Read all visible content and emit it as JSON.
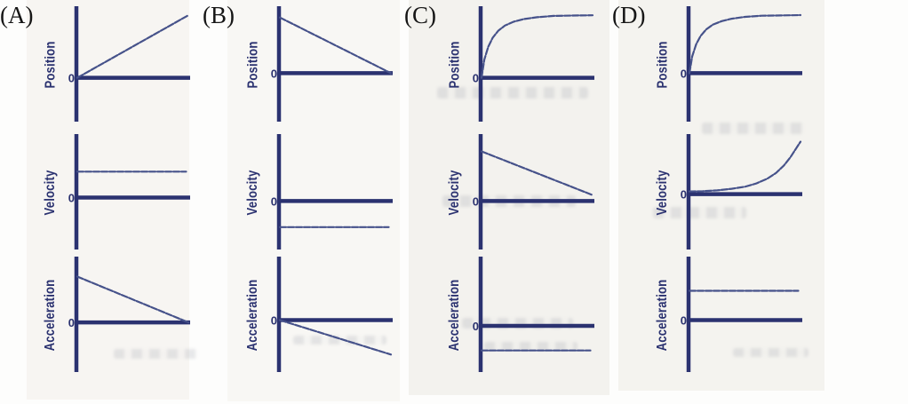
{
  "colors": {
    "ink": "#2b3270",
    "curve": "#46528a",
    "panel_label_color": "#161616",
    "paper_tint": "#f4f3ef"
  },
  "chart_data": [
    {
      "panel_label": "(A)",
      "type": "line",
      "graphs": [
        {
          "ylabel": "Position",
          "zero_label": "0",
          "trend": "straight line increasing linearly from zero",
          "x_range": [
            0,
            1
          ],
          "zero_frac": 0.62,
          "points": [
            [
              0,
              0
            ],
            [
              1,
              0.97
            ]
          ]
        },
        {
          "ylabel": "Velocity",
          "zero_label": "0",
          "trend": "constant positive value",
          "x_range": [
            0,
            1
          ],
          "zero_frac": 0.55,
          "points": [
            [
              0,
              0.46
            ],
            [
              0.98,
              0.46
            ]
          ]
        },
        {
          "ylabel": "Acceleration",
          "zero_label": "0",
          "trend": "straight line decreasing from positive value to zero",
          "x_range": [
            0,
            1
          ],
          "zero_frac": 0.57,
          "points": [
            [
              0,
              0.78
            ],
            [
              1,
              0
            ]
          ]
        }
      ]
    },
    {
      "panel_label": "(B)",
      "type": "line",
      "graphs": [
        {
          "ylabel": "Position",
          "zero_label": "0",
          "trend": "straight line decreasing from positive value to zero",
          "x_range": [
            0,
            1
          ],
          "zero_frac": 0.58,
          "points": [
            [
              0,
              0.93
            ],
            [
              1,
              0
            ]
          ]
        },
        {
          "ylabel": "Velocity",
          "zero_label": "0",
          "trend": "constant negative value",
          "x_range": [
            0,
            1
          ],
          "zero_frac": 0.58,
          "points": [
            [
              0,
              -0.66
            ],
            [
              0.98,
              -0.66
            ]
          ]
        },
        {
          "ylabel": "Acceleration",
          "zero_label": "0",
          "trend": "straight line decreasing from zero to negative value",
          "x_range": [
            0,
            1
          ],
          "zero_frac": 0.55,
          "points": [
            [
              0,
              0
            ],
            [
              1,
              -0.8
            ]
          ]
        }
      ]
    },
    {
      "panel_label": "(C)",
      "type": "line",
      "graphs": [
        {
          "ylabel": "Position",
          "zero_label": "0",
          "trend": "curve rising steeply from zero then leveling off (saturation)",
          "x_range": [
            0,
            1
          ],
          "zero_frac": 0.62,
          "points": [
            [
              0,
              0
            ],
            [
              0.025,
              0.28
            ],
            [
              0.06,
              0.48
            ],
            [
              0.1,
              0.62
            ],
            [
              0.15,
              0.73
            ],
            [
              0.21,
              0.81
            ],
            [
              0.29,
              0.87
            ],
            [
              0.38,
              0.91
            ],
            [
              0.5,
              0.94
            ],
            [
              0.65,
              0.96
            ],
            [
              0.82,
              0.965
            ],
            [
              1,
              0.97
            ]
          ]
        },
        {
          "ylabel": "Velocity",
          "zero_label": "0",
          "trend": "straight line decreasing from positive value toward zero",
          "x_range": [
            0,
            1
          ],
          "zero_frac": 0.58,
          "points": [
            [
              0,
              0.83
            ],
            [
              1,
              0.1
            ]
          ]
        },
        {
          "ylabel": "Acceleration",
          "zero_label": "0",
          "trend": "constant negative value",
          "x_range": [
            0,
            1
          ],
          "zero_frac": 0.6,
          "points": [
            [
              0,
              -0.66
            ],
            [
              0.98,
              -0.66
            ]
          ]
        }
      ]
    },
    {
      "panel_label": "(D)",
      "type": "line",
      "graphs": [
        {
          "ylabel": "Position",
          "zero_label": "0",
          "trend": "curve rising steeply from zero then leveling off (saturation)",
          "x_range": [
            0,
            1
          ],
          "zero_frac": 0.58,
          "points": [
            [
              0,
              0
            ],
            [
              0.025,
              0.28
            ],
            [
              0.06,
              0.48
            ],
            [
              0.1,
              0.62
            ],
            [
              0.15,
              0.73
            ],
            [
              0.21,
              0.81
            ],
            [
              0.29,
              0.87
            ],
            [
              0.38,
              0.91
            ],
            [
              0.5,
              0.94
            ],
            [
              0.65,
              0.96
            ],
            [
              0.82,
              0.965
            ],
            [
              1,
              0.97
            ]
          ]
        },
        {
          "ylabel": "Velocity",
          "zero_label": "0",
          "trend": "curve starting just above zero rising exponentially at the end",
          "x_range": [
            0,
            1
          ],
          "zero_frac": 0.52,
          "points": [
            [
              0,
              0.05
            ],
            [
              0.12,
              0.055
            ],
            [
              0.25,
              0.07
            ],
            [
              0.38,
              0.1
            ],
            [
              0.5,
              0.14
            ],
            [
              0.6,
              0.2
            ],
            [
              0.7,
              0.29
            ],
            [
              0.78,
              0.4
            ],
            [
              0.85,
              0.54
            ],
            [
              0.91,
              0.7
            ],
            [
              0.96,
              0.86
            ],
            [
              1,
              0.99
            ]
          ]
        },
        {
          "ylabel": "Acceleration",
          "zero_label": "0",
          "trend": "constant positive value",
          "x_range": [
            0,
            1
          ],
          "zero_frac": 0.55,
          "points": [
            [
              0,
              0.52
            ],
            [
              0.98,
              0.52
            ]
          ]
        }
      ]
    }
  ]
}
